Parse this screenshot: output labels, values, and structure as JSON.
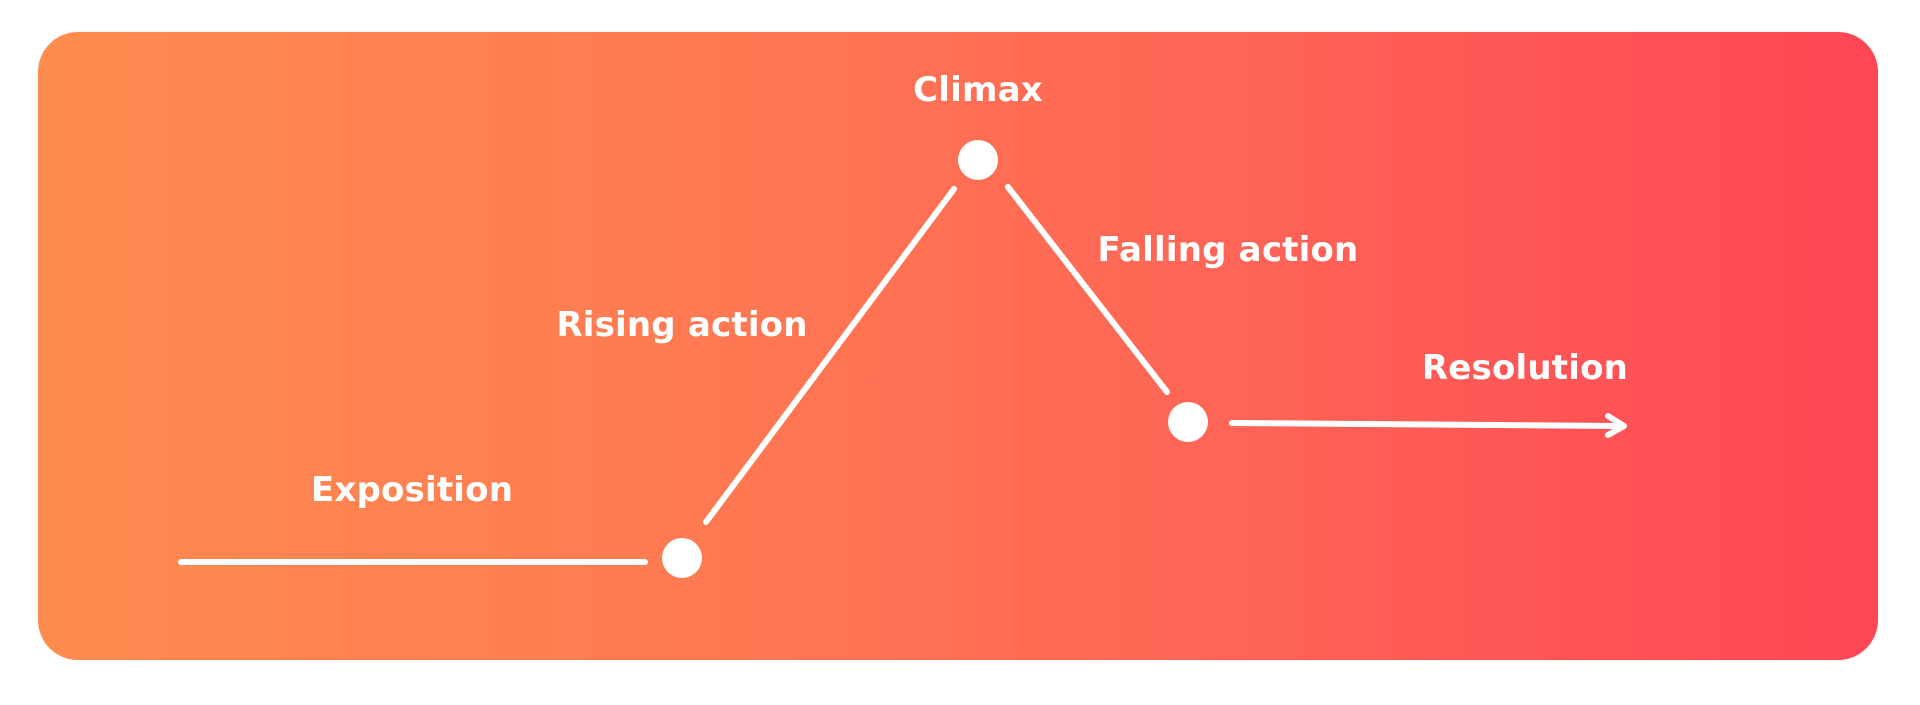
{
  "diagram": {
    "stages": {
      "exposition": "Exposition",
      "rising": "Rising action",
      "climax": "Climax",
      "falling": "Falling action",
      "resolution": "Resolution"
    },
    "colors": {
      "gradient_start": "#ff8c4f",
      "gradient_end": "#ff4655",
      "stroke": "#ffffff"
    }
  }
}
